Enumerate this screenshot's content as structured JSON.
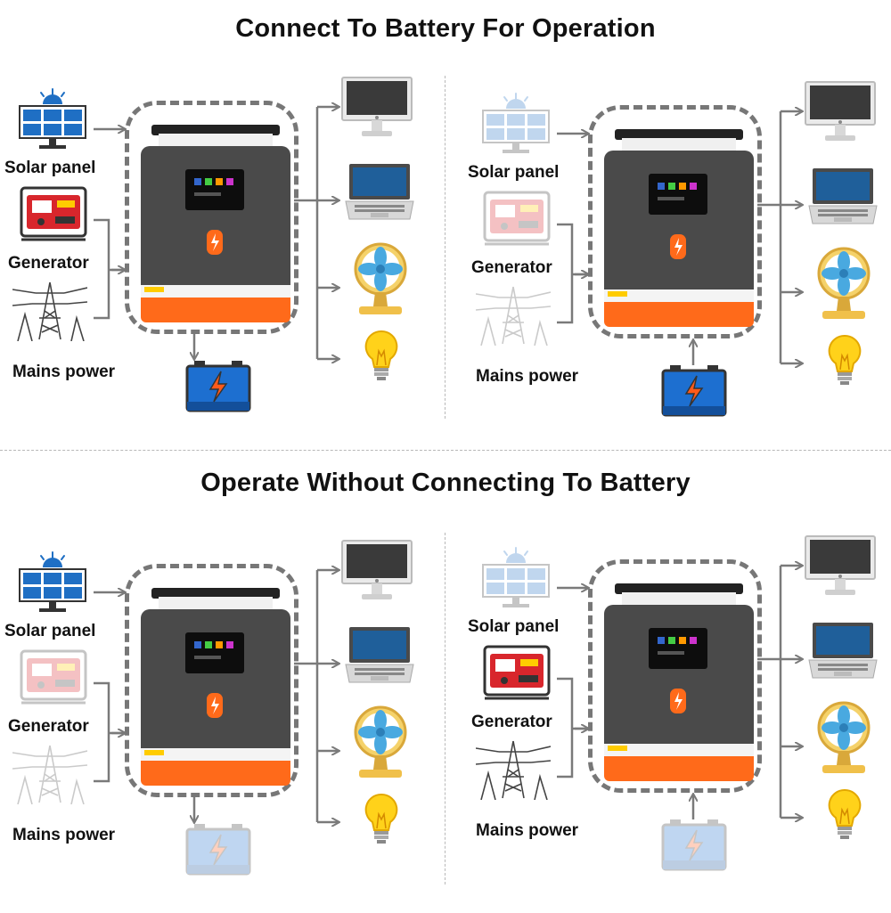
{
  "titles": {
    "top": "Connect To Battery For Operation",
    "bottom": "Operate Without Connecting To Battery"
  },
  "labels": {
    "solar": "Solar panel",
    "generator": "Generator",
    "mains": "Mains power"
  },
  "colors": {
    "inverter_body": "#4a4a4a",
    "inverter_accent": "#ff6a1a",
    "solar_blue": "#1f6fc4",
    "battery_blue": "#1d6fd0",
    "bolt_orange": "#ff5a1a",
    "generator_red": "#d8262c",
    "fan_blue": "#49a9e0",
    "bulb_yellow": "#ffd21a",
    "wire_gray": "#7a7a7a"
  },
  "panels": [
    {
      "id": "top-left",
      "solar_active": true,
      "generator_active": true,
      "mains_active": true,
      "battery_active": true,
      "battery_flow": "charge"
    },
    {
      "id": "top-right",
      "solar_active": false,
      "generator_active": false,
      "mains_active": false,
      "battery_active": true,
      "battery_flow": "discharge"
    },
    {
      "id": "bottom-left",
      "solar_active": true,
      "generator_active": false,
      "mains_active": false,
      "battery_active": false,
      "battery_flow": "charge"
    },
    {
      "id": "bottom-right",
      "solar_active": false,
      "generator_active": true,
      "mains_active": true,
      "battery_active": false,
      "battery_flow": "discharge"
    }
  ],
  "icons": {
    "loads": [
      "monitor-icon",
      "laptop-icon",
      "fan-icon",
      "bulb-icon"
    ],
    "sources": [
      "solar-panel-icon",
      "generator-icon",
      "power-tower-icon"
    ],
    "storage": "battery-icon"
  }
}
